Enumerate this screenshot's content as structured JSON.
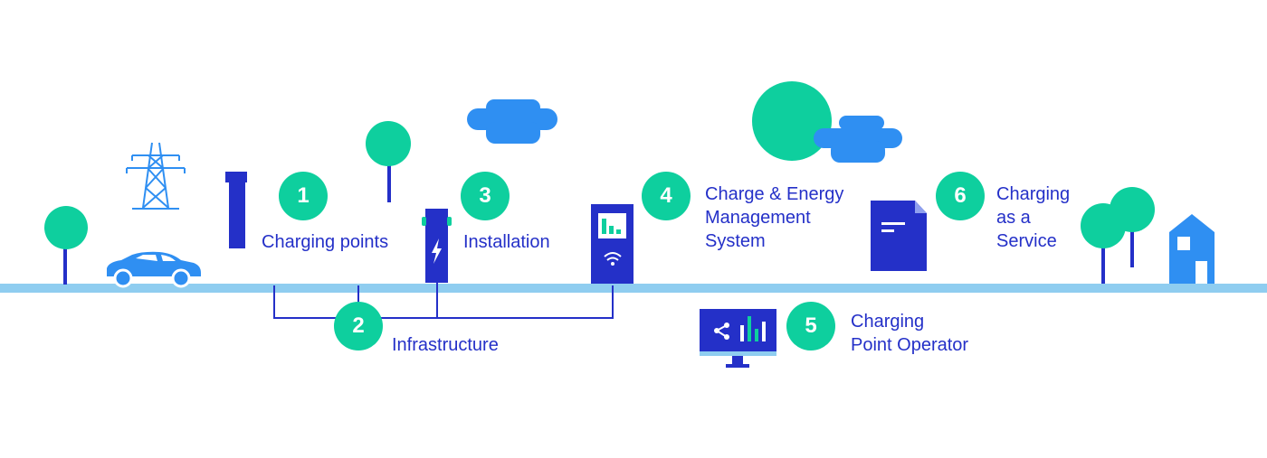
{
  "colors": {
    "accent_green": "#0ecf9e",
    "navy": "#2430c8",
    "blue": "#2f8ff2",
    "ground": "#8fcdf0",
    "wifi_white": "#ffffff"
  },
  "icons": [
    "tree-icon",
    "pylon-icon",
    "car-icon",
    "charging-post-icon",
    "cloud-icon",
    "wallbox-icon",
    "charging-station-icon",
    "document-icon",
    "monitor-icon",
    "house-icon"
  ],
  "steps": [
    {
      "number": "1",
      "lines": [
        "Charging points"
      ]
    },
    {
      "number": "2",
      "lines": [
        "Infrastructure"
      ]
    },
    {
      "number": "3",
      "lines": [
        "Installation"
      ]
    },
    {
      "number": "4",
      "lines": [
        "Charge & Energy",
        "Management",
        "System"
      ]
    },
    {
      "number": "5",
      "lines": [
        "Charging",
        "Point Operator"
      ]
    },
    {
      "number": "6",
      "lines": [
        "Charging",
        "as a",
        "Service"
      ]
    }
  ]
}
